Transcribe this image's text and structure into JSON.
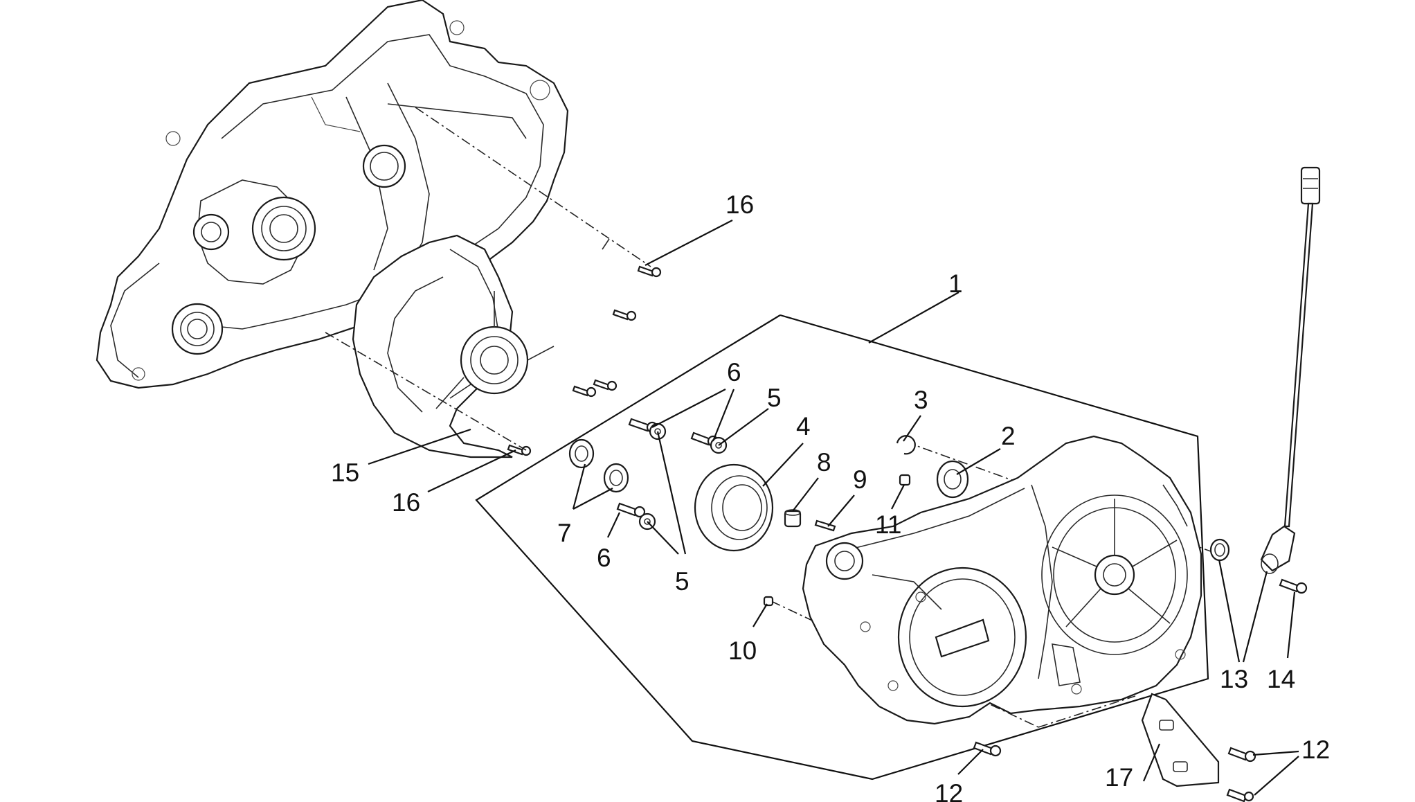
{
  "callouts": [
    {
      "id": "c1",
      "text": "1"
    },
    {
      "id": "c2",
      "text": "2"
    },
    {
      "id": "c3",
      "text": "3"
    },
    {
      "id": "c4",
      "text": "4"
    },
    {
      "id": "c5a",
      "text": "5"
    },
    {
      "id": "c5b",
      "text": "5"
    },
    {
      "id": "c6a",
      "text": "6"
    },
    {
      "id": "c6b",
      "text": "6"
    },
    {
      "id": "c7",
      "text": "7"
    },
    {
      "id": "c8",
      "text": "8"
    },
    {
      "id": "c9",
      "text": "9"
    },
    {
      "id": "c10",
      "text": "10"
    },
    {
      "id": "c11",
      "text": "11"
    },
    {
      "id": "c12a",
      "text": "12"
    },
    {
      "id": "c12b",
      "text": "12"
    },
    {
      "id": "c13",
      "text": "13"
    },
    {
      "id": "c14",
      "text": "14"
    },
    {
      "id": "c15",
      "text": "15"
    },
    {
      "id": "c16a",
      "text": "16"
    },
    {
      "id": "c16b",
      "text": "16"
    },
    {
      "id": "c17",
      "text": "17"
    }
  ]
}
